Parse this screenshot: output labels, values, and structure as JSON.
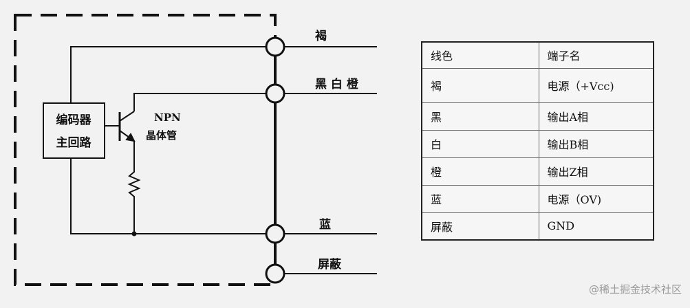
{
  "diagram": {
    "box_line1": "编码器",
    "box_line2": "主回路",
    "transistor_line1": "NPN",
    "transistor_line2": "晶体管",
    "wire_labels": {
      "brown": "褐",
      "signal": "黑 白 橙",
      "blue": "蓝",
      "shield": "屏蔽"
    }
  },
  "table": {
    "headers": [
      "线色",
      "端子名"
    ],
    "rows": [
      [
        "褐",
        "电源（+Vcc)"
      ],
      [
        "黑",
        "输出A相"
      ],
      [
        "白",
        "输出B相"
      ],
      [
        "橙",
        "输出Z相"
      ],
      [
        "蓝",
        "电源（OV)"
      ],
      [
        "屏蔽",
        "GND"
      ]
    ]
  },
  "watermark": "@稀土掘金技术社区"
}
